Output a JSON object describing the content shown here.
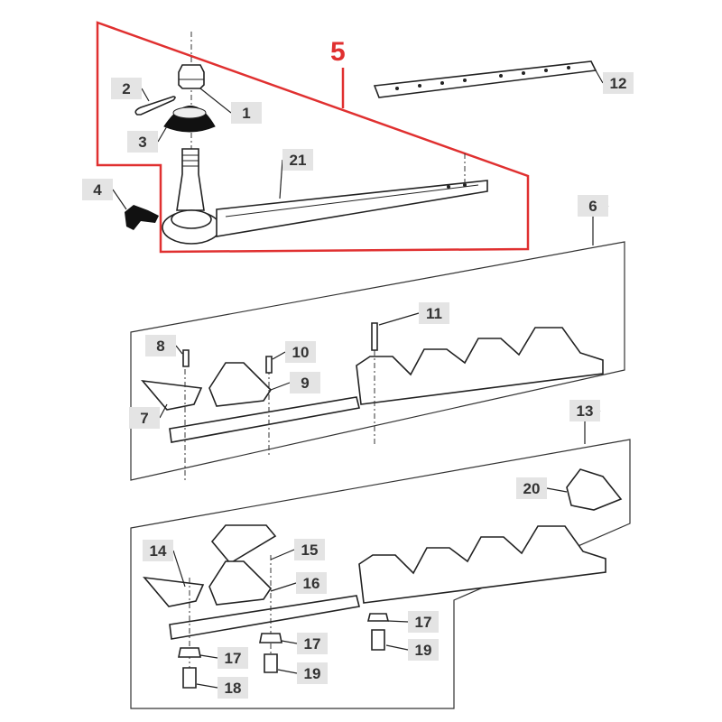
{
  "diagram": {
    "assembly_callout": "5",
    "accent_color": "#e03030",
    "part_labels": [
      "1",
      "2",
      "3",
      "4",
      "21",
      "12",
      "6",
      "11",
      "8",
      "10",
      "9",
      "7",
      "13",
      "20",
      "14",
      "15",
      "16",
      "17",
      "19",
      "17",
      "19",
      "17",
      "18"
    ]
  }
}
